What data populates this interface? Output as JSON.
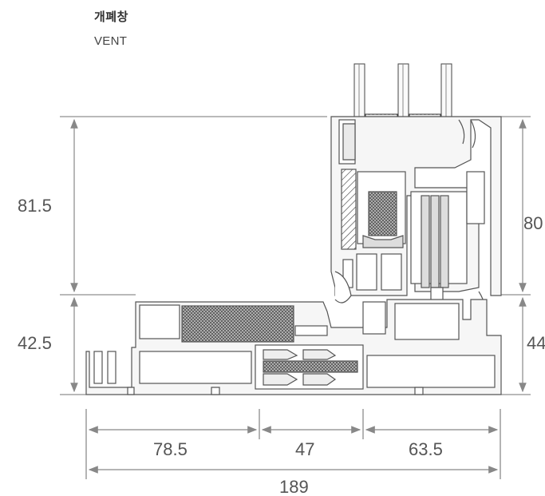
{
  "header": {
    "title_ko": "개폐창",
    "title_en": "VENT"
  },
  "dimensions": {
    "left_upper": "81.5",
    "left_lower": "42.5",
    "right_upper": "80",
    "right_lower": "44",
    "bottom_a": "78.5",
    "bottom_b": "47",
    "bottom_c": "63.5",
    "bottom_total": "189"
  },
  "colors": {
    "line": "#666666",
    "dim": "#888888",
    "profile_fill": "#f4f4f4",
    "insulation": "#777777",
    "glass_spacer": "#555555"
  }
}
